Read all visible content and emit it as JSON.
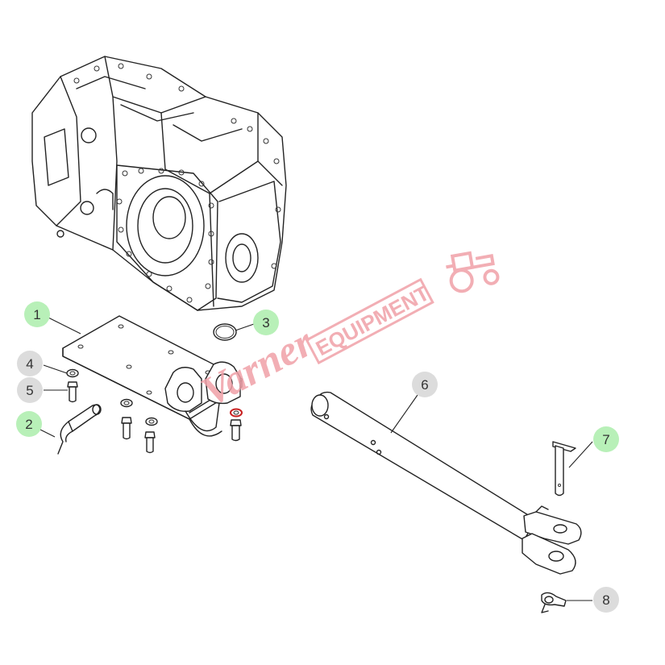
{
  "watermark": {
    "script_text": "Varner",
    "block_text": "EQUIPMENT",
    "color": "#f0a0a8"
  },
  "callout_colors": {
    "green": "#b8f0b8",
    "gray": "#dcdcdc"
  },
  "callouts": [
    {
      "label": "1",
      "style": "green",
      "part": "mounting-plate"
    },
    {
      "label": "2",
      "style": "green",
      "part": "lynch-pin"
    },
    {
      "label": "3",
      "style": "green",
      "part": "o-ring"
    },
    {
      "label": "4",
      "style": "gray",
      "part": "washer"
    },
    {
      "label": "5",
      "style": "gray",
      "part": "bolt"
    },
    {
      "label": "6",
      "style": "gray",
      "part": "drawbar"
    },
    {
      "label": "7",
      "style": "green",
      "part": "clevis-pin"
    },
    {
      "label": "8",
      "style": "gray",
      "part": "clip"
    }
  ]
}
